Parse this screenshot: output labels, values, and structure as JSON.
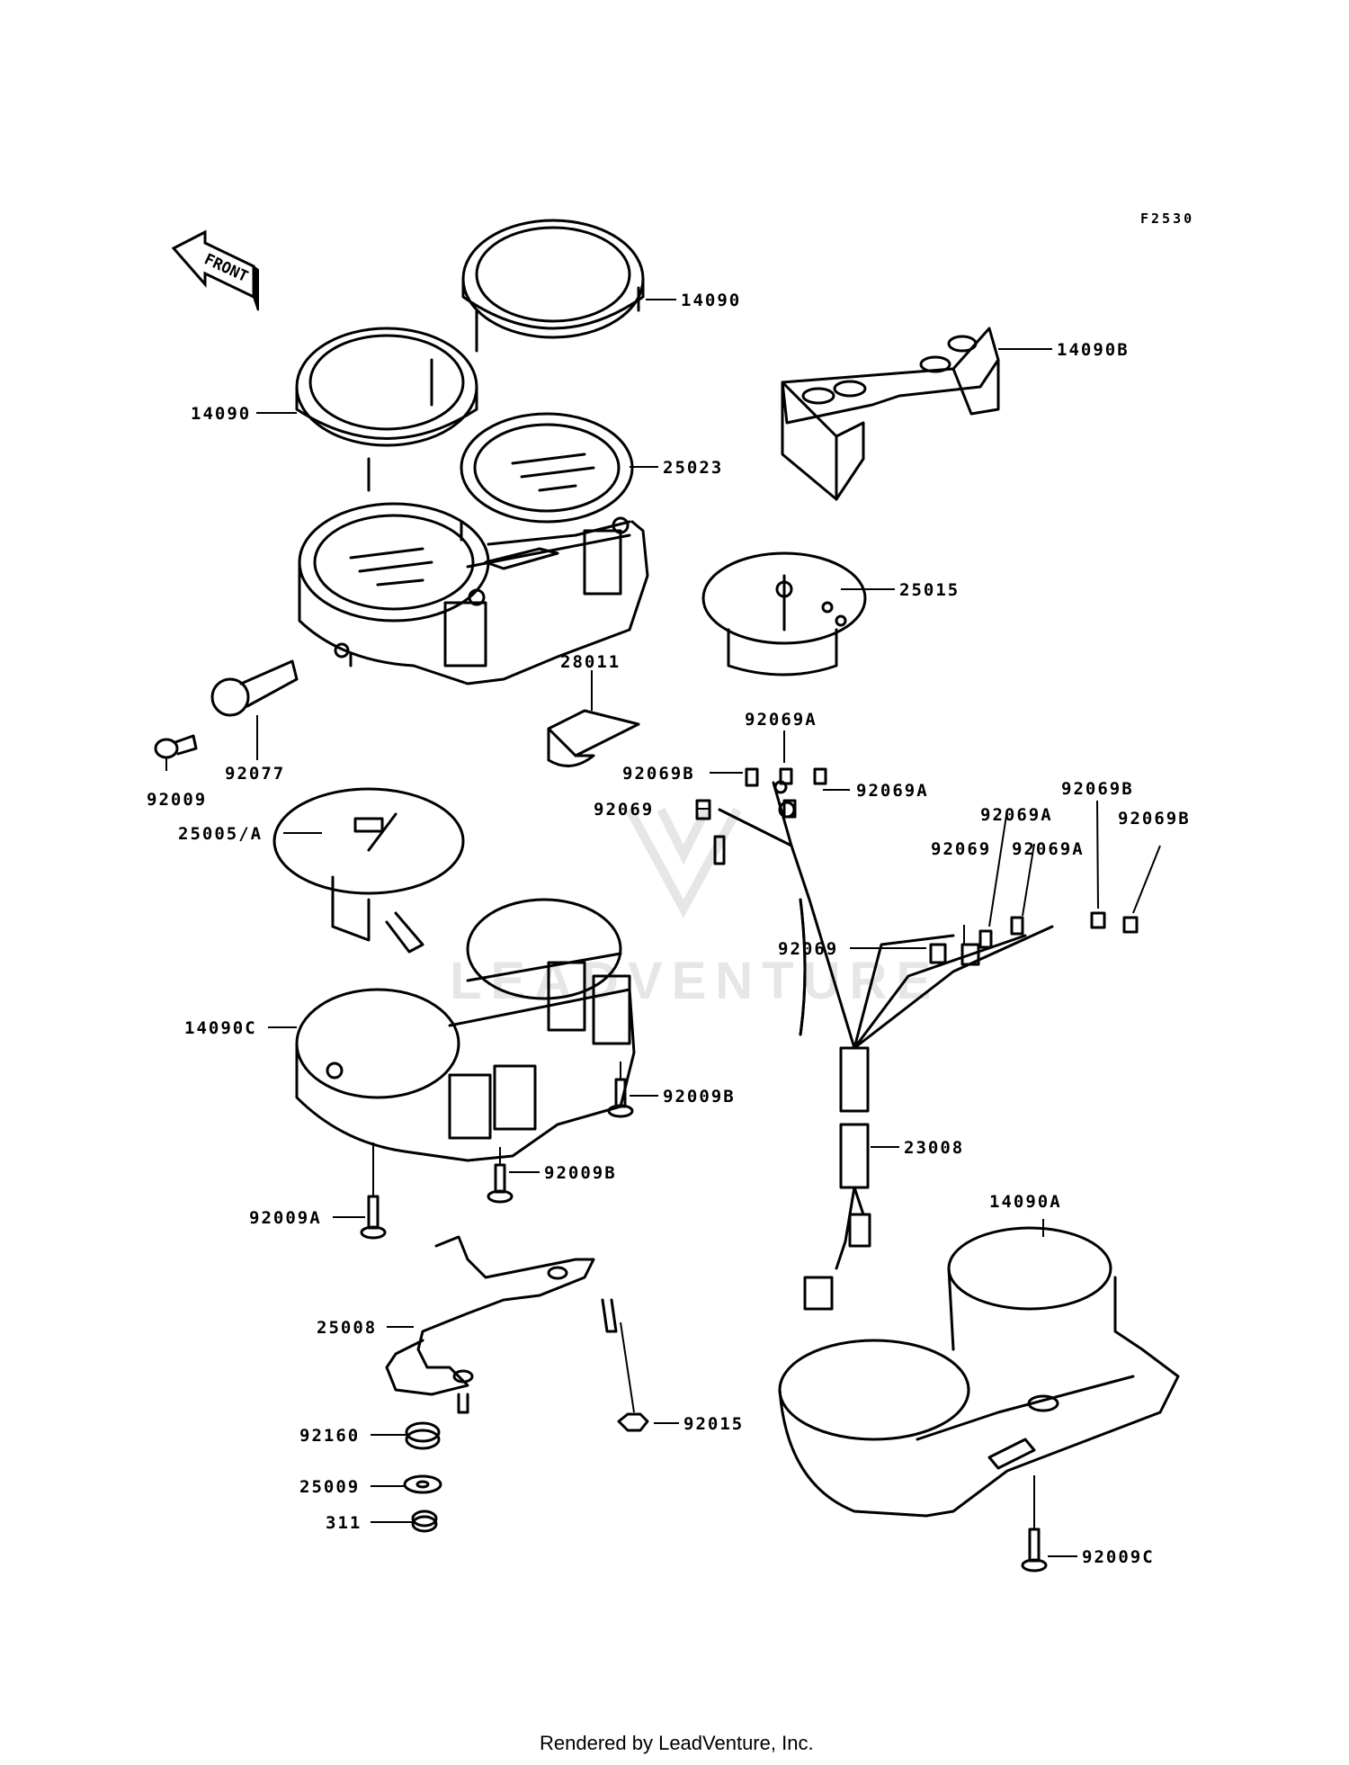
{
  "figure_code": "F2530",
  "front_label": "FRONT",
  "watermark": "LEADVENTURE",
  "footer": "Rendered by LeadVenture, Inc.",
  "callouts": [
    {
      "id": "14090-top",
      "text": "14090"
    },
    {
      "id": "14090-left",
      "text": "14090"
    },
    {
      "id": "14090B",
      "text": "14090B"
    },
    {
      "id": "25023",
      "text": "25023"
    },
    {
      "id": "25015",
      "text": "25015"
    },
    {
      "id": "28011",
      "text": "28011"
    },
    {
      "id": "92009",
      "text": "92009"
    },
    {
      "id": "92077",
      "text": "92077"
    },
    {
      "id": "25005A",
      "text": "25005/A"
    },
    {
      "id": "92069A-1",
      "text": "92069A"
    },
    {
      "id": "92069B-1",
      "text": "92069B"
    },
    {
      "id": "92069A-2",
      "text": "92069A"
    },
    {
      "id": "92069-1",
      "text": "92069"
    },
    {
      "id": "92069B-2",
      "text": "92069B"
    },
    {
      "id": "92069A-3",
      "text": "92069A"
    },
    {
      "id": "92069B-3",
      "text": "92069B"
    },
    {
      "id": "92069-2",
      "text": "92069"
    },
    {
      "id": "92069A-4",
      "text": "92069A"
    },
    {
      "id": "92069-3",
      "text": "92069"
    },
    {
      "id": "14090C",
      "text": "14090C"
    },
    {
      "id": "92009B-1",
      "text": "92009B"
    },
    {
      "id": "92009B-2",
      "text": "92009B"
    },
    {
      "id": "23008",
      "text": "23008"
    },
    {
      "id": "92009A",
      "text": "92009A"
    },
    {
      "id": "14090A",
      "text": "14090A"
    },
    {
      "id": "25008",
      "text": "25008"
    },
    {
      "id": "92015",
      "text": "92015"
    },
    {
      "id": "92160",
      "text": "92160"
    },
    {
      "id": "25009",
      "text": "25009"
    },
    {
      "id": "311",
      "text": "311"
    },
    {
      "id": "92009C",
      "text": "92009C"
    }
  ]
}
